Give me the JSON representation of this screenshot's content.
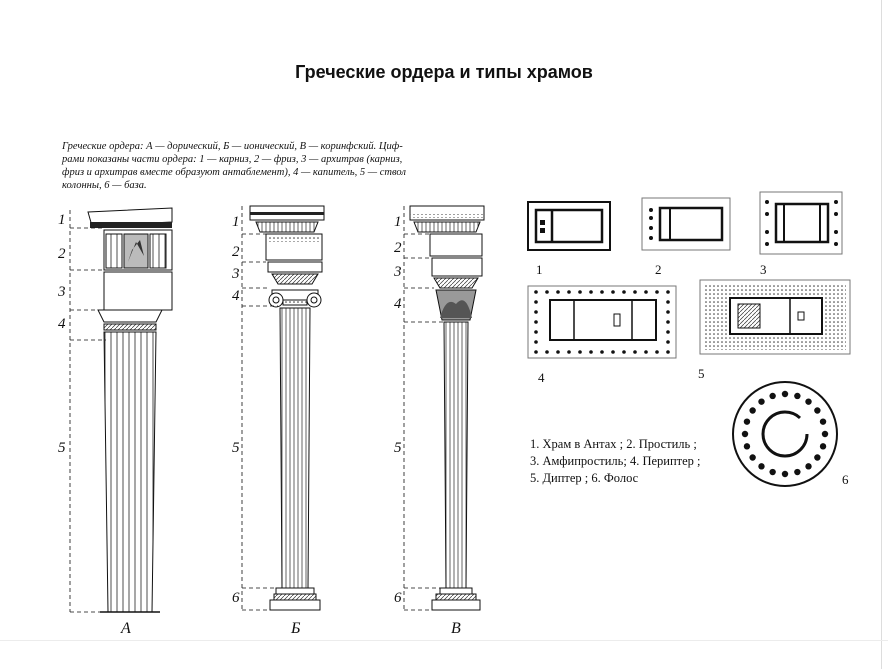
{
  "title": "Греческие ордера и типы храмов",
  "caption_lines": [
    "Греческие ордера: А — дорический, Б — ионический, В — коринфский. Циф-",
    "рами показаны части ордера: 1 — карниз, 2 — фриз, 3 — архитрав (карниз,",
    "фриз и архитрав вместе образуют антаблемент), 4 — капитель, 5 — ствол",
    "колонны, 6 — база."
  ],
  "orders": [
    {
      "letter": "А",
      "part_labels": [
        "1",
        "2",
        "3",
        "4",
        "5"
      ]
    },
    {
      "letter": "Б",
      "part_labels": [
        "1",
        "2",
        "3",
        "4",
        "5",
        "6"
      ]
    },
    {
      "letter": "В",
      "part_labels": [
        "1",
        "2",
        "3",
        "4",
        "5",
        "6"
      ]
    }
  ],
  "plans": [
    {
      "number": "1"
    },
    {
      "number": "2"
    },
    {
      "number": "3"
    },
    {
      "number": "4"
    },
    {
      "number": "5"
    },
    {
      "number": "6"
    }
  ],
  "legend": [
    "1.  Храм в Антах ;   2. Простиль ;",
    "3.  Амфипростиль;  4.  Периптер ;",
    "5.  Диптер ;   6. Фолос"
  ]
}
